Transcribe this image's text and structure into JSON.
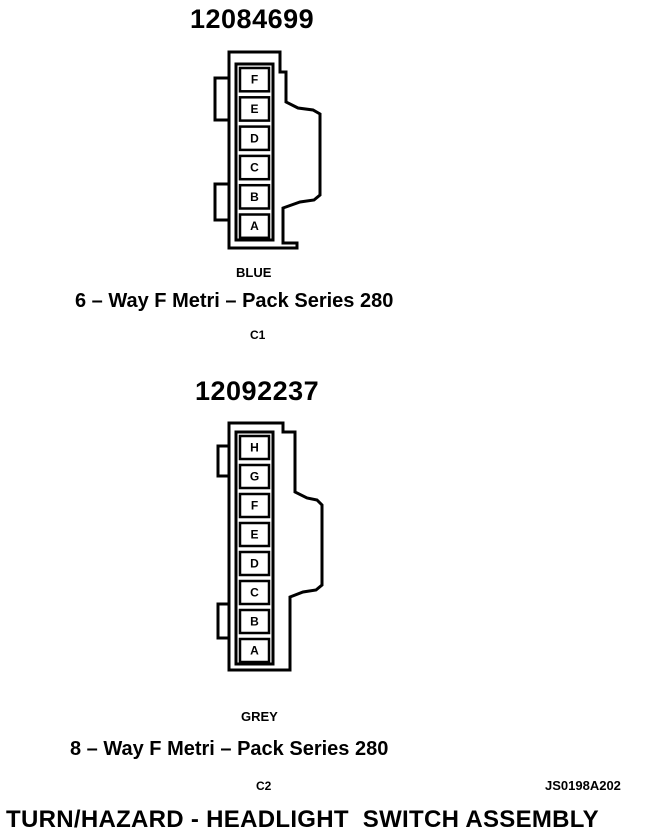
{
  "connector_c1": {
    "part_number": "12084699",
    "color": "BLUE",
    "description": "6 – Way F Metri – Pack Series 280",
    "id": "C1",
    "pins": [
      "F",
      "E",
      "D",
      "C",
      "B",
      "A"
    ]
  },
  "connector_c2": {
    "part_number": "12092237",
    "color": "GREY",
    "description": "8 – Way F Metri – Pack Series 280",
    "id": "C2",
    "pins": [
      "H",
      "G",
      "F",
      "E",
      "D",
      "C",
      "B",
      "A"
    ]
  },
  "figure_code": "JS0198A202",
  "title": "TURN/HAZARD - HEADLIGHT  SWITCH ASSEMBLY"
}
